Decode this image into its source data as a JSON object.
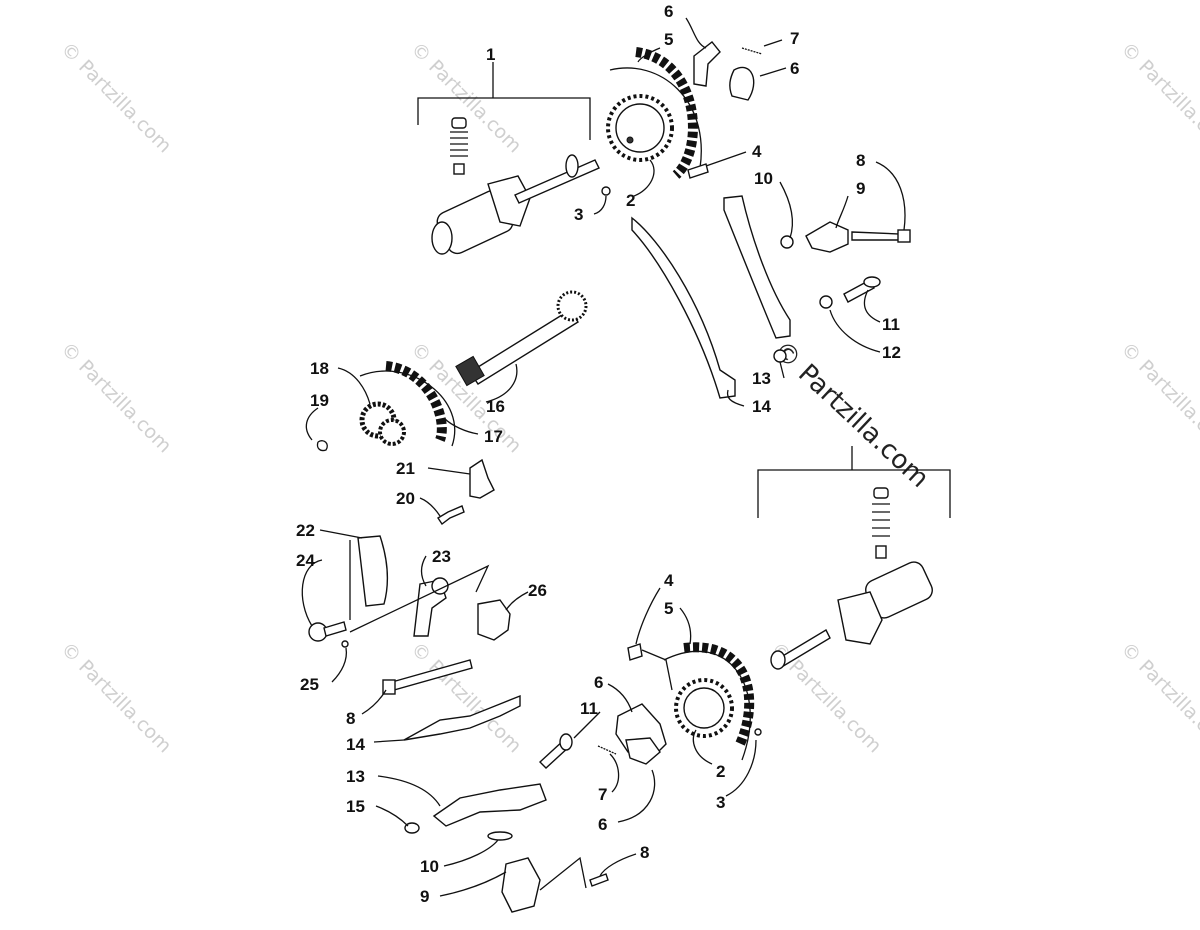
{
  "watermark": {
    "text": "© Partzilla.com",
    "brand_color": "#222222",
    "faint_color": "#cfcfcf"
  },
  "callouts": {
    "c1": "1",
    "c2a": "2",
    "c2b": "2",
    "c3a": "3",
    "c3b": "3",
    "c4a": "4",
    "c4b": "4",
    "c5a": "5",
    "c5b": "5",
    "c6a": "6",
    "c6b": "6",
    "c6c": "6",
    "c6d": "6",
    "c7a": "7",
    "c7b": "7",
    "c8a": "8",
    "c8b": "8",
    "c8c": "8",
    "c9a": "9",
    "c9b": "9",
    "c10a": "10",
    "c10b": "10",
    "c11a": "11",
    "c11b": "11",
    "c12": "12",
    "c13a": "13",
    "c13b": "13",
    "c14a": "14",
    "c14b": "14",
    "c15": "15",
    "c16": "16",
    "c17": "17",
    "c18": "18",
    "c19": "19",
    "c20": "20",
    "c21": "21",
    "c22": "22",
    "c23": "23",
    "c24": "24",
    "c25": "25",
    "c26": "26"
  }
}
